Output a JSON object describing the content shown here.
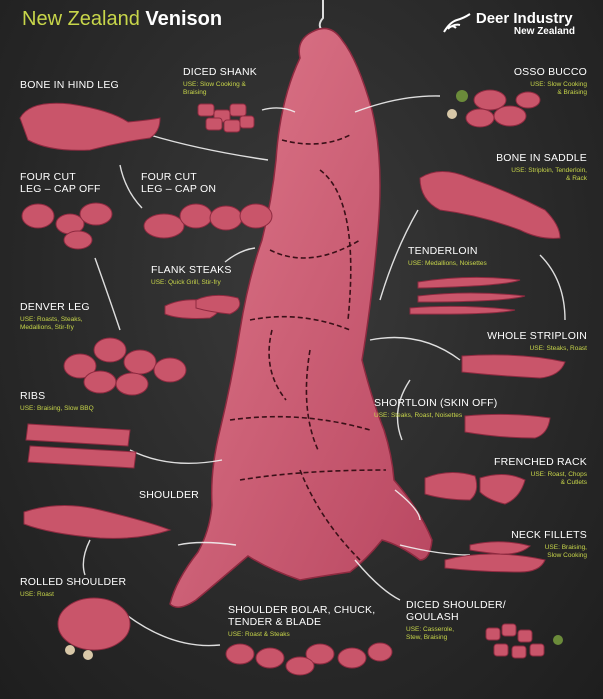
{
  "header": {
    "title_light": "New Zealand",
    "title_bold": "Venison",
    "logo_main": "Deer Industry",
    "logo_sub": "New Zealand"
  },
  "colors": {
    "meat": "#c9556a",
    "meat_dark": "#8e2a40",
    "accent": "#c8d64a",
    "background": "#2b2b2b"
  },
  "cuts": {
    "bone_in_hind_leg": {
      "name": "BONE IN HIND LEG"
    },
    "diced_shank": {
      "name": "DICED SHANK",
      "use": "USE: Slow Cooking &\nBraising"
    },
    "osso_bucco": {
      "name": "OSSO BUCCO",
      "use": "USE: Slow Cooking\n& Braising"
    },
    "four_cut_cap_off": {
      "name": "FOUR CUT\nLEG – CAP OFF"
    },
    "four_cut_cap_on": {
      "name": "FOUR CUT\nLEG – CAP ON"
    },
    "bone_in_saddle": {
      "name": "BONE IN SADDLE",
      "use": "USE: Striploin, Tenderloin,\n& Rack"
    },
    "tenderloin": {
      "name": "TENDERLOIN",
      "use": "USE: Medallions, Noisettes"
    },
    "flank_steaks": {
      "name": "FLANK STEAKS",
      "use": "USE: Quick Grill, Stir-fry"
    },
    "denver_leg": {
      "name": "DENVER LEG",
      "use": "USE: Roasts, Steaks,\nMedallions, Stir-fry"
    },
    "whole_striploin": {
      "name": "WHOLE STRIPLOIN",
      "use": "USE: Steaks, Roast"
    },
    "ribs": {
      "name": "RIBS",
      "use": "USE: Braising, Slow BBQ"
    },
    "shortloin": {
      "name": "SHORTLOIN (SKIN OFF)",
      "use": "USE: Steaks, Roast, Noisettes"
    },
    "frenched_rack": {
      "name": "FRENCHED RACK",
      "use": "USE: Roast, Chops\n& Cutlets"
    },
    "shoulder": {
      "name": "SHOULDER"
    },
    "neck_fillets": {
      "name": "NECK FILLETS",
      "use": "USE: Braising,\nSlow Cooking"
    },
    "rolled_shoulder": {
      "name": "ROLLED SHOULDER",
      "use": "USE: Roast"
    },
    "shoulder_bolar": {
      "name": "SHOULDER BOLAR, CHUCK,\nTENDER & BLADE",
      "use": "USE: Roast & Steaks"
    },
    "diced_shoulder": {
      "name": "DICED SHOULDER/\nGOULASH",
      "use": "USE: Casserole,\nStew, Braising"
    }
  }
}
